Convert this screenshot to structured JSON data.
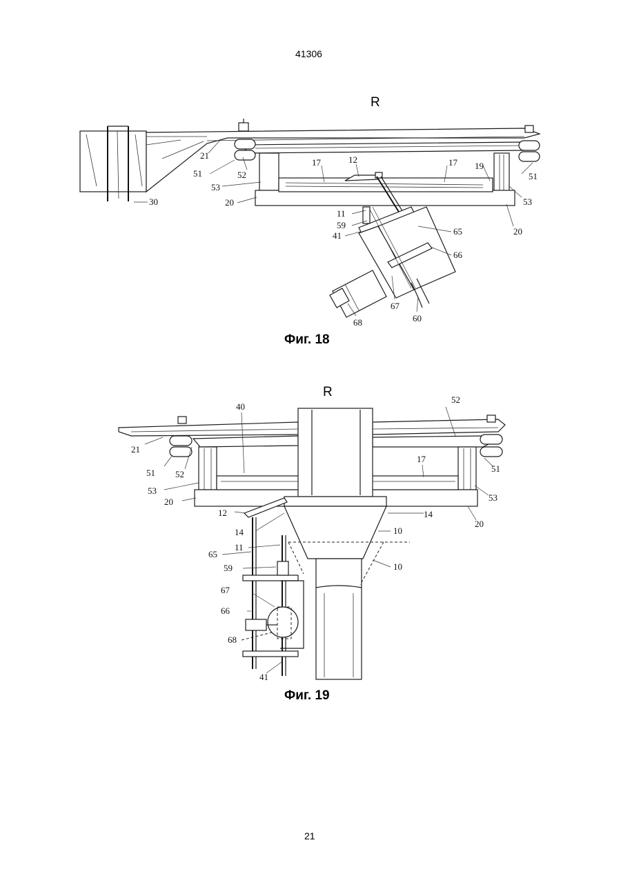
{
  "header": {
    "doc_number": "41306"
  },
  "footer": {
    "page_number": "21"
  },
  "figure18": {
    "view_letter": "R",
    "caption": "Фиг. 18",
    "labels": [
      "12",
      "17",
      "17",
      "19",
      "21",
      "52",
      "51",
      "51",
      "53",
      "53",
      "20",
      "20",
      "30",
      "11",
      "59",
      "41",
      "65",
      "66",
      "67",
      "60",
      "68"
    ]
  },
  "figure19": {
    "view_letter": "R",
    "caption": "Фиг. 19",
    "labels": [
      "40",
      "52",
      "21",
      "51",
      "52",
      "17",
      "51",
      "53",
      "53",
      "20",
      "20",
      "12",
      "14",
      "14",
      "10",
      "10",
      "11",
      "65",
      "59",
      "67",
      "66",
      "68",
      "41"
    ]
  }
}
